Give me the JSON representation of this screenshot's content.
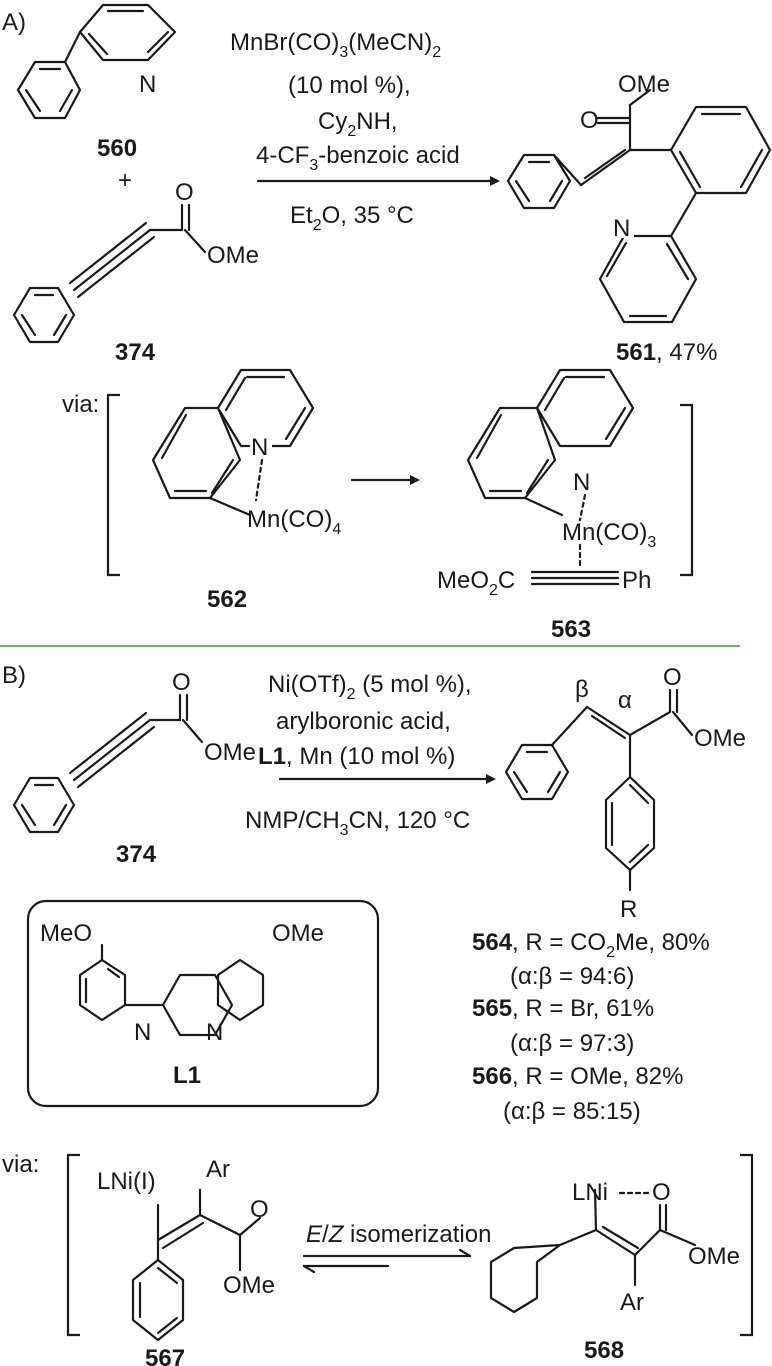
{
  "panel_a": {
    "tag": "A)",
    "conditions": [
      "MnBr(CO)",
      "3",
      "(MeCN)",
      "2",
      "(10 mol %),",
      "Cy",
      "2",
      "NH,",
      "4-CF",
      "3",
      "-benzoic acid",
      "Et",
      "2",
      "O, 35 °C"
    ],
    "compounds": {
      "c560": "560",
      "plus": "+",
      "c374": "374",
      "c561": "561",
      "c561_yield": ", 47%",
      "c562": "562",
      "c563": "563"
    },
    "atoms": {
      "n": "N",
      "ome": "OMe",
      "o": "O",
      "mn_co4": "Mn(CO)",
      "sub4": "4",
      "mn_co3": "Mn(CO)",
      "sub3": "3",
      "meo2c": "MeO",
      "sub2": "2",
      "c": "C",
      "ph": "Ph"
    },
    "via": "via:"
  },
  "panel_b": {
    "tag": "B)",
    "conditions": [
      "Ni(OTf)",
      "2",
      " (5 mol %),",
      "arylboronic acid,",
      "L1",
      ", Mn (10 mol %)",
      "NMP/CH",
      "3",
      "CN, 120 °C"
    ],
    "compounds": {
      "c374": "374",
      "l1": "L1",
      "c567": "567",
      "c568": "568"
    },
    "products": [
      {
        "num": "564",
        "r": ", R = CO",
        "sub": "2",
        "rest": "Me, 80%",
        "ratio": "(α:β = 94:6)"
      },
      {
        "num": "565",
        "r": ", R = Br, 61%",
        "sub": "",
        "rest": "",
        "ratio": "(α:β = 97:3)"
      },
      {
        "num": "566",
        "r": ", R = OMe, 82%",
        "sub": "",
        "rest": "",
        "ratio": "(α:β = 85:15)"
      }
    ],
    "atoms": {
      "o": "O",
      "ome": "OMe",
      "meo": "MeO",
      "n": "N",
      "beta": "β",
      "alpha": "α",
      "r": "R",
      "lni_i": "LNi(I)",
      "lni": "LNi",
      "ar": "Ar"
    },
    "isomerization_e": "E",
    "isomerization_slash": "/",
    "isomerization_z": "Z",
    "isomerization_text": " isomerization",
    "via": "via:"
  },
  "divider_color": "#3a9a3a"
}
